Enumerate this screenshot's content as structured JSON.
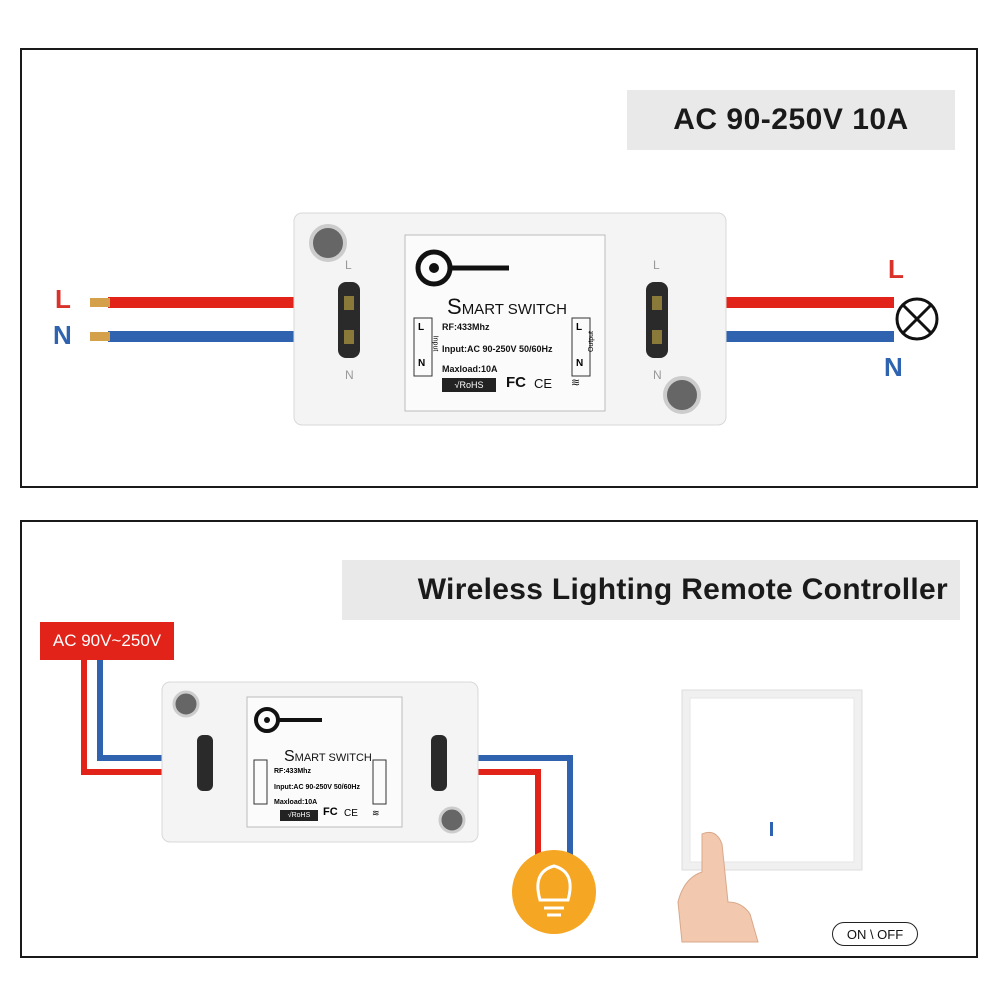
{
  "panel1": {
    "banner": "AC 90-250V 10A",
    "left_L": "L",
    "left_N": "N",
    "right_L": "L",
    "right_N": "N",
    "lamp_symbol": "X"
  },
  "device": {
    "brand_s": "S",
    "brand_rest": "MART SWITCH",
    "rf": "RF:433Mhz",
    "input": "Input:AC 90-250V 50/60Hz",
    "maxload": "Maxload:10A",
    "rohs": "√RoHS",
    "fc": "FC",
    "ce": "CE",
    "input_side_label": "Input",
    "output_side_label": "Output",
    "term_L": "L",
    "term_N": "N"
  },
  "panel2": {
    "banner": "Wireless Lighting Remote Controller",
    "voltage_tag": "AC 90V~250V",
    "onoff": "ON \\ OFF"
  },
  "colors": {
    "red_wire": "#e2231a",
    "blue_wire": "#2f63b0",
    "bulb": "#f5a623",
    "banner_bg": "#e9e9e9"
  },
  "icons": [
    "wifi-icon",
    "lightbulb-icon",
    "lamp-cross-icon",
    "wall-switch-icon",
    "finger-icon"
  ]
}
